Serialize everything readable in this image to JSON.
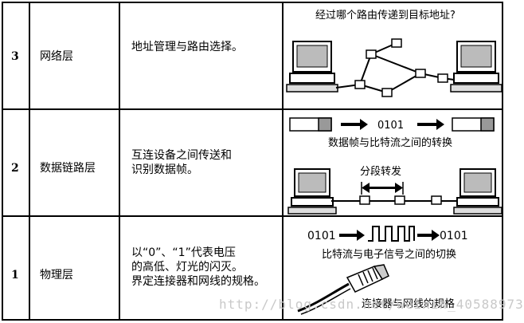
{
  "rows": [
    {
      "num": "3",
      "name": "网络层",
      "desc_lines": [
        "地址管理与路由选择。"
      ],
      "figure": {
        "caption": "经过哪个路由传递到目标地址?"
      }
    },
    {
      "num": "2",
      "name": "数据链路层",
      "desc_lines": [
        "互连设备之间传送和",
        "识别数据帧。"
      ],
      "figure": {
        "bits": "0101",
        "caption": "数据帧与比特流之间的转换",
        "forward_label": "分段转发"
      }
    },
    {
      "num": "1",
      "name": "物理层",
      "desc_lines": [
        "以“0”、“1”代表电压",
        "的高低、灯光的闪灭。",
        "界定连接器和网线的规格。"
      ],
      "figure": {
        "bits_left": "0101",
        "bits_right": "0101",
        "caption": "比特流与电子信号之间的切换",
        "connector_caption": "连接器与网线的规格"
      }
    }
  ],
  "watermark": "http://blog.csdn.net/weixin_40588973"
}
